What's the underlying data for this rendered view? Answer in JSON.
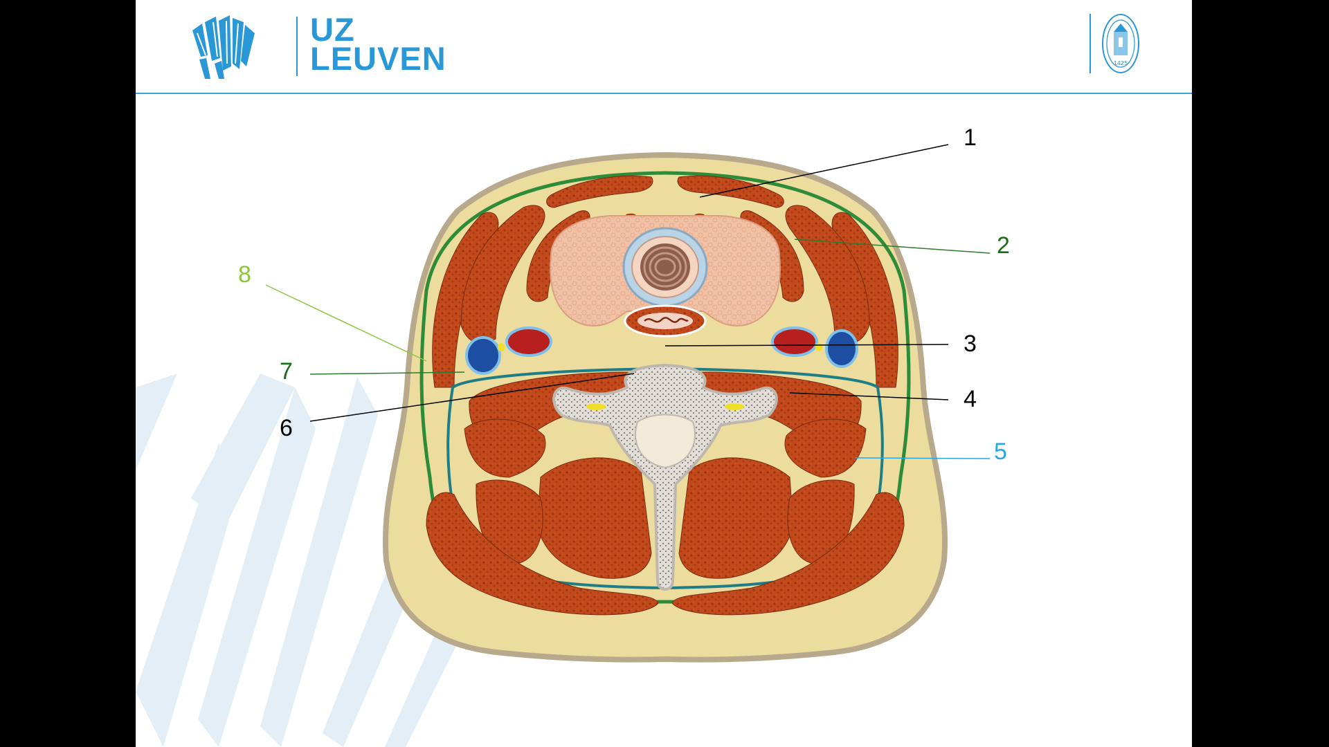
{
  "brand": {
    "line1": "UZ",
    "line2": "LEUVEN"
  },
  "seal": {
    "text": "1425",
    "color": "#2a97d6"
  },
  "colors": {
    "accent": "#2a97d6",
    "muscle": "#c2491b",
    "fat": "#ecdc9e",
    "fascia_green": "#2e8b3a",
    "fascia_teal": "#1e7d86",
    "label_black": "#000000",
    "label_darkgreen": "#1a6b1a",
    "label_lightgreen": "#8cc63f",
    "label_blue": "#29a8e0"
  },
  "labels": [
    {
      "id": "1",
      "text": "1",
      "color": "#000000"
    },
    {
      "id": "2",
      "text": "2",
      "color": "#1a6b1a"
    },
    {
      "id": "3",
      "text": "3",
      "color": "#000000"
    },
    {
      "id": "4",
      "text": "4",
      "color": "#000000"
    },
    {
      "id": "5",
      "text": "5",
      "color": "#29a8e0"
    },
    {
      "id": "6",
      "text": "6",
      "color": "#000000"
    },
    {
      "id": "7",
      "text": "7",
      "color": "#1a6b1a"
    },
    {
      "id": "8",
      "text": "8",
      "color": "#8cc63f"
    }
  ]
}
